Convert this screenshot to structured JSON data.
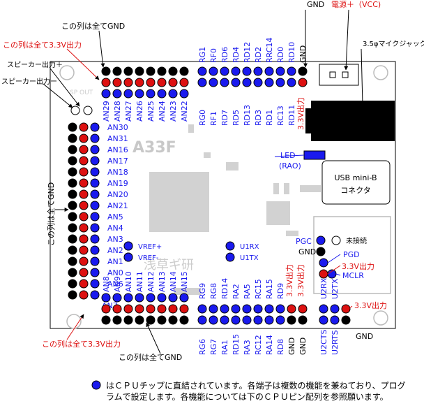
{
  "labels": {
    "gnd_top": "GND",
    "vcc_top": "電源＋（VCC)",
    "all_gnd_top": "この列は全てGND",
    "all_33_top": "この列は全て3.3V出力",
    "speaker_plus": "スピーカー出力＋",
    "speaker_minus": "スピーカー出力ー",
    "mini_jack": "3.5φマイクジャック",
    "led": "LED",
    "rao": "(RAO)",
    "usb": "USB mini-B",
    "usb_conn": "コネクタ",
    "board_name": "A33F",
    "watermark": "浅草ギ研",
    "sp_out": "SP OUT",
    "all_gnd_left": "この列は全てGND",
    "all_33_bottom": "この列は全て3.3V出力",
    "all_gnd_bottom": "この列は全てGND",
    "vref_plus": "VREF+",
    "vref_minus": "VREF-",
    "u1rx": "U1RX",
    "u1tx": "U1TX",
    "pgc": "PGC",
    "gnd_right": "GND",
    "nc": "未接続",
    "pgd": "PGD",
    "out33_a": "3.3V出力",
    "mclr": "MCLR",
    "out33_b": "3.3V出力",
    "gnd_br": "GND",
    "v33_top_col": "3.3V出力",
    "v33_mid_a": "3.3V出力",
    "v33_mid_b": "3.3V出力"
  },
  "top_header_upper": [
    "RG1",
    "RF0",
    "RD6",
    "RD4",
    "RD12",
    "RD2",
    "RRC14",
    "RD0",
    "RD10",
    "GND"
  ],
  "top_header_lower": [
    "RG0",
    "RF1",
    "RD7",
    "RD5",
    "RD13",
    "RD3",
    "RD1",
    "RC13",
    "RD11"
  ],
  "top_left_labels": [
    "AN29",
    "AN28",
    "AN27",
    "AN26",
    "AN25",
    "AN24",
    "AN23",
    "AN22"
  ],
  "left_labels": [
    "AN30",
    "AN31",
    "AN16",
    "AN17",
    "AN18",
    "AN19",
    "AN20",
    "AN21",
    "AN5",
    "AN4",
    "AN3",
    "AN2",
    "AN1",
    "AN0",
    "AN6"
  ],
  "an7": "AN7",
  "bottom_left_labels": [
    "AN8",
    "AN9",
    "AN10",
    "AN11",
    "AN12",
    "AN13",
    "AN14",
    "AN15"
  ],
  "bottom_header_upper": [
    "RG9",
    "RG8",
    "RD14",
    "RA2",
    "RA5",
    "RC15",
    "RA15",
    "RD9"
  ],
  "bottom_header_lower": [
    "RG6",
    "RG7",
    "RA1",
    "RD15",
    "RA3",
    "RC12",
    "RA14",
    "RD8",
    "GND",
    "GND"
  ],
  "bottom_right_upper": [
    "U2RX",
    "U2TX"
  ],
  "bottom_right_lower": [
    "U2CTS",
    "U2RTS"
  ],
  "legend": {
    "text": "はＣＰＵチップに直結されています。各端子は複数の機能を兼ねており、プログラムで設定します。各機能については下のＣＰＵピン配列を参照願います。"
  },
  "colors": {
    "cpu_pin": "#1a1aee",
    "vcc_pin": "#dd1111",
    "gnd_pin": "#000000",
    "label_blue": "#1a1aee",
    "label_red": "#dd1111"
  }
}
